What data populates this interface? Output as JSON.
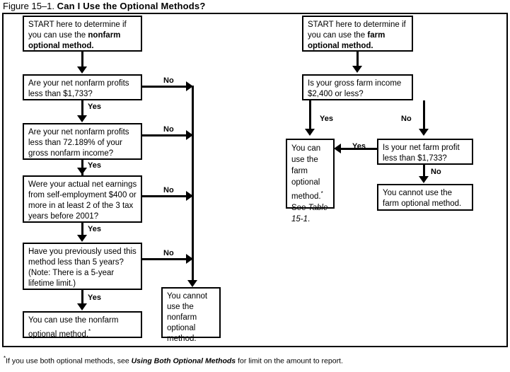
{
  "title": {
    "figure_number": "Figure 15–1.",
    "heading": "Can I Use the Optional Methods?"
  },
  "footnote": {
    "marker": "*",
    "text_before": "If you use both optional methods, see ",
    "italic_ref": "Using Both Optional Methods",
    "text_after": " for limit on the amount to report."
  },
  "flowchart": {
    "type": "decision-flowchart",
    "colors": {
      "ink": "#000000",
      "paper": "#ffffff"
    },
    "left_branch": {
      "start": {
        "plain1": "START here to determine if",
        "plain2": "you can use the ",
        "bold": "nonfarm optional method."
      },
      "q1": "Are your net nonfarm profits less than $1,733?",
      "q1_line1": "Are your net nonfarm profits",
      "q1_line2": "less than $1,733?",
      "q2_line1": "Are your net nonfarm profits",
      "q2_line2": "less than 72.189% of your",
      "q2_line3": "gross nonfarm income?",
      "q3_line1": "Were your actual net earnings",
      "q3_line2": "from self-employment $400 or",
      "q3_line3": "more in at least 2 of the 3 tax",
      "q3_line4": "years before 2001?",
      "q4_line1": "Have you previously used this",
      "q4_line2": "method less than 5 years?",
      "q4_line3": "(Note: There is a 5-year",
      "q4_line4": "lifetime limit.)",
      "result_yes_line1": "You can use the nonfarm",
      "result_yes_line2": "optional method.",
      "result_no_line1": "You cannot",
      "result_no_line2": "use the",
      "result_no_line3": "nonfarm",
      "result_no_line4": "optional",
      "result_no_line5": "method.",
      "labels": {
        "yes": "Yes",
        "no": "No"
      }
    },
    "right_branch": {
      "start": {
        "plain1": "START here to determine if",
        "plain2": "you can use the ",
        "bold": "farm optional method."
      },
      "q1_line1": "Is your gross farm income",
      "q1_line2": "$2,400 or less?",
      "q2_line1": "Is your net farm profit",
      "q2_line2": "less than $1,733?",
      "result_can_line1": "You can",
      "result_can_line2": "use the",
      "result_can_line3": "farm",
      "result_can_line4": "optional",
      "result_can_line5": "method.",
      "result_can_line6": "See ",
      "result_can_ital1": "Table",
      "result_can_ital2": "15-1",
      "result_can_period": ".",
      "result_cannot_line1": "You cannot use the",
      "result_cannot_line2": "farm optional method.",
      "labels": {
        "yes": "Yes",
        "no": "No"
      }
    },
    "edge_labels": {
      "l_no_1": "No",
      "l_no_2": "No",
      "l_no_3": "No",
      "l_no_4": "No",
      "l_yes_1": "Yes",
      "l_yes_2": "Yes",
      "l_yes_3": "Yes",
      "l_yes_4": "Yes",
      "r_yes_1": "Yes",
      "r_no_1": "No",
      "r_yes_2": "Yes",
      "r_no_2": "No"
    }
  }
}
